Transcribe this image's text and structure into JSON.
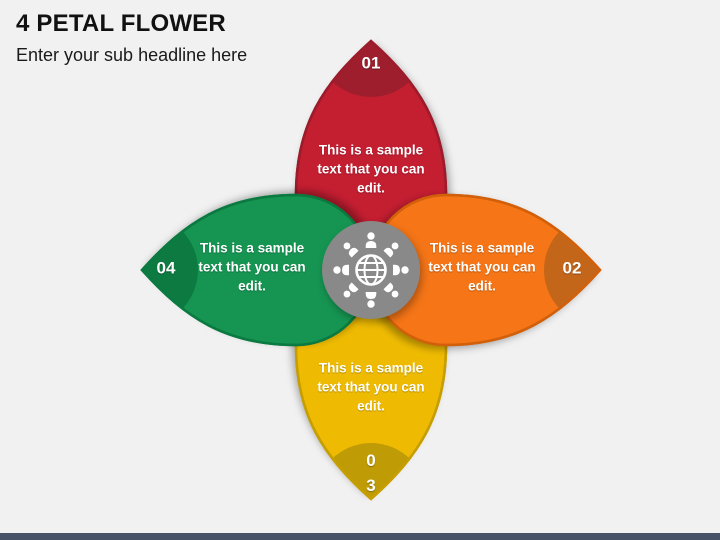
{
  "slide": {
    "title": "4 PETAL FLOWER",
    "subtitle": "Enter your sub headline here"
  },
  "flower": {
    "center": {
      "icon": "globe-people-icon",
      "fill": "#898989"
    },
    "petals": [
      {
        "label": "01",
        "position": "top",
        "text": "This is a sample text that you can edit.",
        "fill": "#c41e31",
        "stroke": "#9c1c2b",
        "cap_fill": "#9e1e2d"
      },
      {
        "label": "02",
        "position": "right",
        "text": "This is a sample text that you can edit.",
        "fill": "#f57517",
        "stroke": "#d2600b",
        "cap_fill": "#c4661a"
      },
      {
        "label": "03",
        "position": "bottom",
        "text": "This is a sample text that you can edit.",
        "fill": "#efbb02",
        "stroke": "#c79e00",
        "cap_fill": "#bf9b06"
      },
      {
        "label": "04",
        "position": "left",
        "text": "This is a sample text that you can edit.",
        "fill": "#169552",
        "stroke": "#0b7a40",
        "cap_fill": "#0d7b41"
      }
    ]
  },
  "footer": {
    "bar_color": "#475269"
  }
}
